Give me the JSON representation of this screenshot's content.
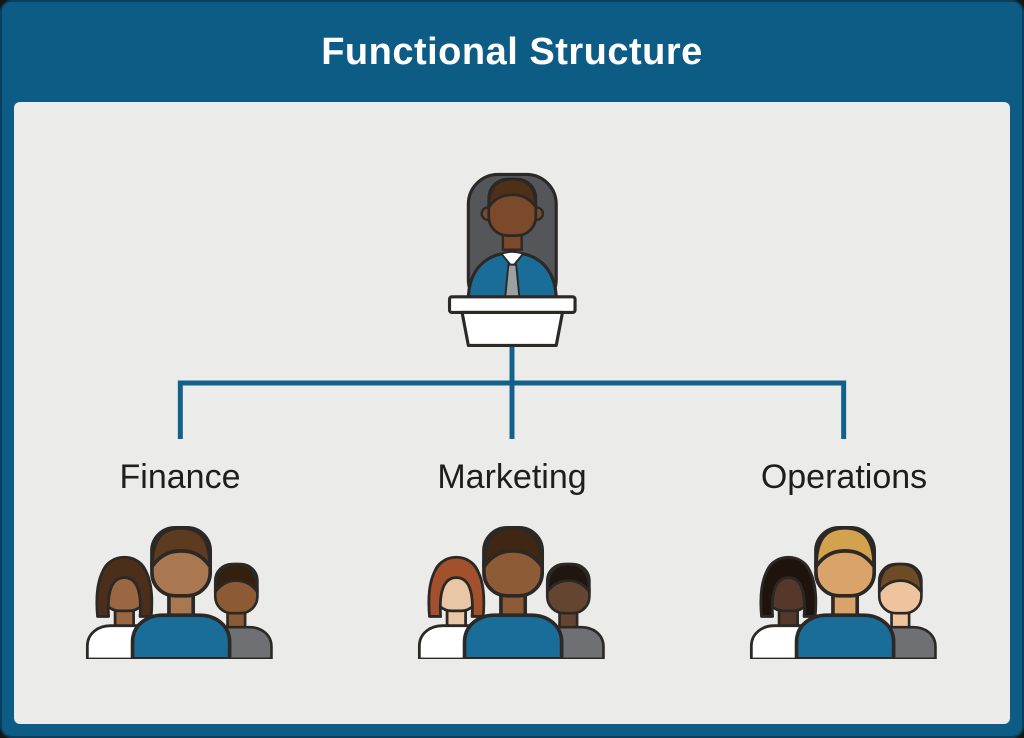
{
  "header": {
    "title": "Functional Structure"
  },
  "diagram": {
    "root": {
      "icon": "executive-at-desk-icon",
      "icon_colors": {
        "skin": "#7b4a2b",
        "hair": "#4e2f17",
        "suit": "#1b6d99",
        "chair": "#55565a",
        "desk": "#ffffff",
        "tie": "#9aa0a4"
      }
    },
    "departments": [
      {
        "label": "Finance",
        "icon": "team-icon",
        "icon_colors": {
          "l-skin": "#9a6742",
          "l-hair": "#4b2f1a",
          "l-shirt": "#ffffff",
          "c-skin": "#aa7850",
          "c-hair": "#5d3b1e",
          "c-shirt": "#1b6d99",
          "r-skin": "#8c5a35",
          "r-hair": "#33200f",
          "r-shirt": "#6e7073"
        }
      },
      {
        "label": "Marketing",
        "icon": "team-icon",
        "icon_colors": {
          "l-skin": "#e9c6a5",
          "l-hair": "#a3512c",
          "l-shirt": "#ffffff",
          "c-skin": "#8d5c37",
          "c-hair": "#3f2713",
          "c-shirt": "#1b6d99",
          "r-skin": "#64452f",
          "r-hair": "#201611",
          "r-shirt": "#6e7073"
        }
      },
      {
        "label": "Operations",
        "icon": "team-icon",
        "icon_colors": {
          "l-skin": "#55382a",
          "l-hair": "#1f140d",
          "l-shirt": "#ffffff",
          "c-skin": "#d9a369",
          "c-hair": "#d2a24f",
          "c-shirt": "#1b6d99",
          "r-skin": "#edc49e",
          "r-hair": "#6f4a26",
          "r-shirt": "#6e7073"
        }
      }
    ]
  },
  "colors": {
    "accent": "#0d5c86",
    "panel": "#ebebe9",
    "connector": "#13618a",
    "label-text": "#1e1e1e",
    "title-text": "#ffffff",
    "outline": "#2b2825"
  }
}
